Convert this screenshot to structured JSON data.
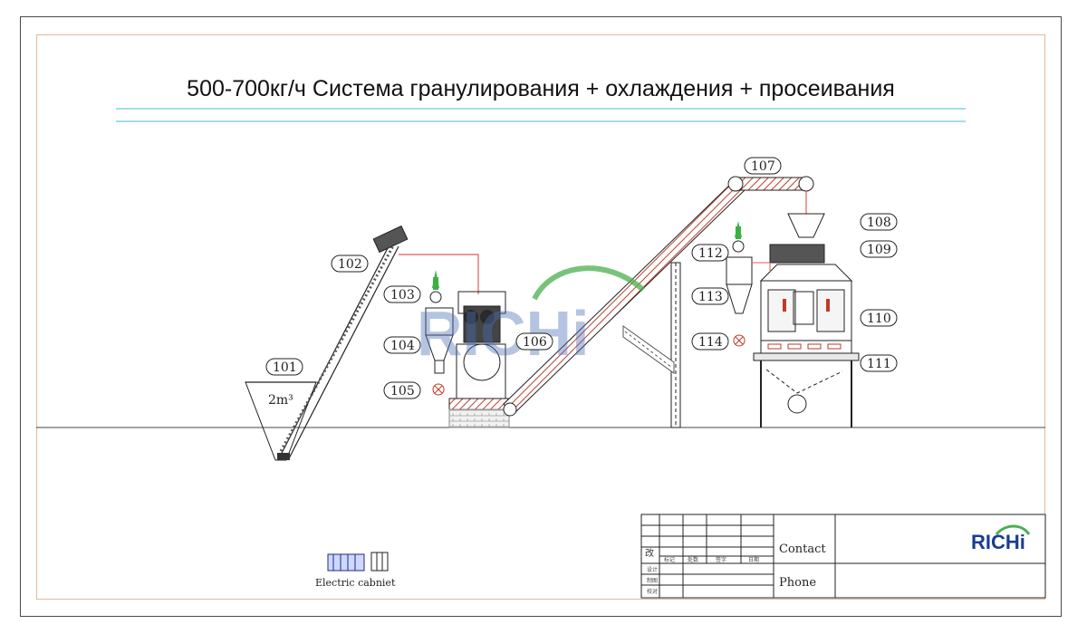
{
  "title": "500-700кг/ч Система гранулирования + охлаждения + просеивания",
  "equipment_labels": {
    "l101": "101",
    "l102": "102",
    "l103": "103",
    "l104": "104",
    "l105": "105",
    "l106": "106",
    "l107": "107",
    "l108": "108",
    "l109": "109",
    "l110": "110",
    "l111": "111",
    "l112": "112",
    "l113": "113",
    "l114": "114"
  },
  "hopper_capacity": "2m³",
  "watermark": "RICHi",
  "cabinet_label": "Electric cabniet",
  "title_block": {
    "contact_label": "Contact",
    "phone_label": "Phone",
    "logo_text": "RICHi",
    "revision_mark": "改",
    "header_cells": [
      "标记",
      "处数",
      "签字",
      "日期"
    ],
    "row_labels": [
      "设计",
      "制图",
      "校对"
    ]
  },
  "colors": {
    "line": "#222222",
    "belt_hatch": "#c0392b",
    "pipe": "#e05a5a",
    "watermark_blue": "#4a6fb5",
    "watermark_green": "#4caf50",
    "arrow_green": "#3cb043",
    "guide_line": "#7fd3e8"
  }
}
